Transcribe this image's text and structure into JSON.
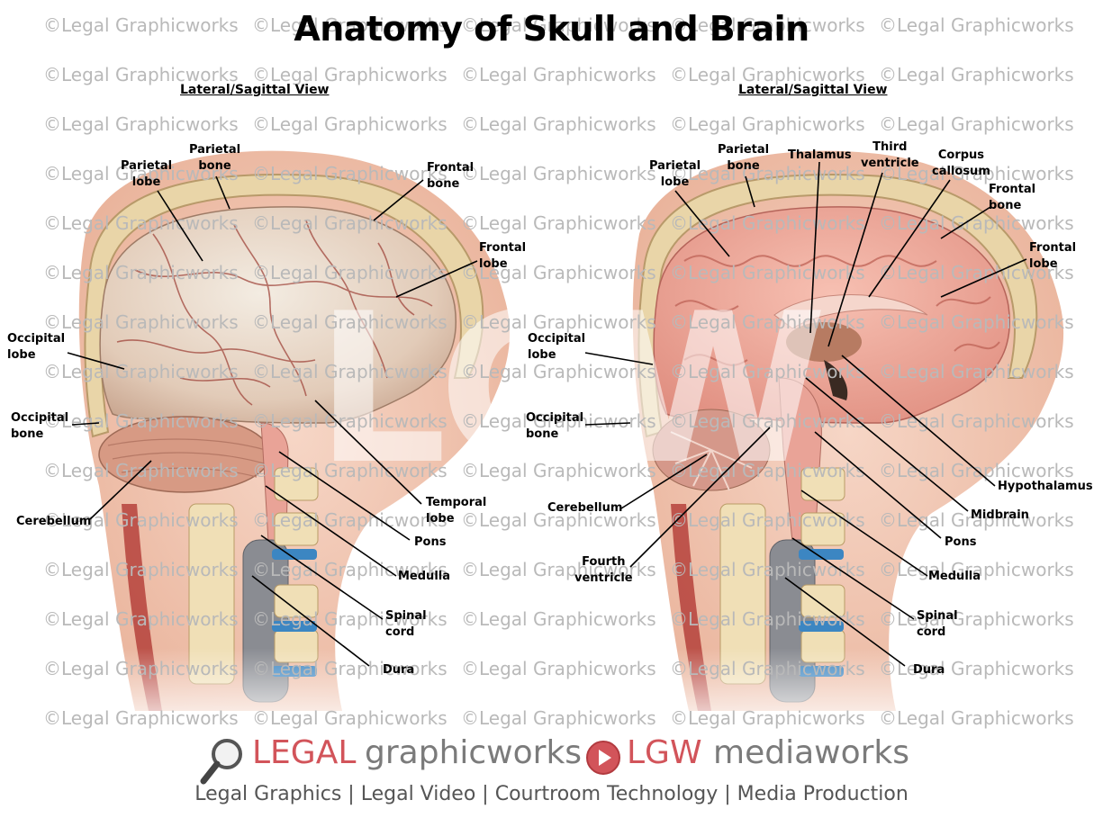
{
  "title": "Anatomy of Skull and Brain",
  "watermark_text": "©Legal Graphicworks",
  "center_mark": "LGW",
  "left_panel": {
    "view_title": "Lateral/Sagittal View",
    "labels": {
      "parietal_lobe": "Parietal\nlobe",
      "parietal_bone": "Parietal\nbone",
      "frontal_bone": "Frontal\nbone",
      "frontal_lobe": "Frontal\nlobe",
      "occipital_lobe": "Occipital\nlobe",
      "occipital_bone": "Occipital\nbone",
      "cerebellum": "Cerebellum",
      "temporal_lobe": "Temporal\nlobe",
      "pons": "Pons",
      "medulla": "Medulla",
      "spinal_cord": "Spinal\ncord",
      "dura": "Dura"
    }
  },
  "right_panel": {
    "view_title": "Lateral/Sagittal View",
    "labels": {
      "parietal_lobe": "Parietal\nlobe",
      "parietal_bone": "Parietal\nbone",
      "thalamus": "Thalamus",
      "third_ventricle": "Third\nventricle",
      "corpus_callosum": "Corpus\ncallosum",
      "frontal_bone": "Frontal\nbone",
      "frontal_lobe": "Frontal\nlobe",
      "occipital_lobe": "Occipital\nlobe",
      "occipital_bone": "Occipital\nbone",
      "cerebellum": "Cerebellum",
      "fourth_ventricle": "Fourth\nventricle",
      "hypothalamus": "Hypothalamus",
      "midbrain": "Midbrain",
      "pons": "Pons",
      "medulla": "Medulla",
      "spinal_cord": "Spinal\ncord",
      "dura": "Dura"
    }
  },
  "brand": {
    "legal": "LEGAL",
    "graphicworks": "graphicworks",
    "lgw": "LGW",
    "mediaworks": "mediaworks",
    "tagline": "Legal Graphics | Legal Video | Courtroom Technology | Media Production"
  },
  "colors": {
    "brand_red": "#d2545a",
    "brand_gray": "#7b7b7b",
    "skull": "#e9d5a8",
    "brain_surface": "#e8ddd0",
    "brain_section": "#eea394",
    "skin": "#f3cbb8"
  }
}
